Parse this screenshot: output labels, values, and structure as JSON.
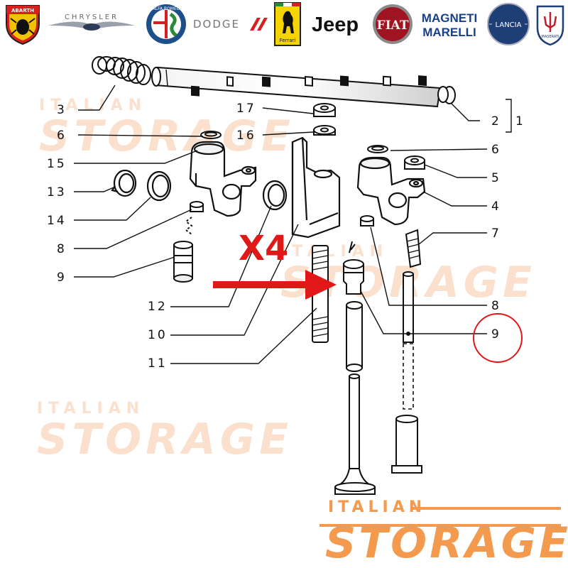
{
  "brands": [
    {
      "name": "Abarth",
      "icon": "abarth-logo"
    },
    {
      "name": "Chrysler",
      "text": "CHRYSLER",
      "icon": "chrysler-logo"
    },
    {
      "name": "Alfa Romeo",
      "text": "ALFA ROMEO",
      "icon": "alfa-romeo-logo"
    },
    {
      "name": "Dodge",
      "text": "DODGE",
      "icon": "dodge-logo"
    },
    {
      "name": "Ferrari",
      "text": "Ferrari",
      "icon": "ferrari-logo"
    },
    {
      "name": "Jeep",
      "text": "Jeep",
      "icon": "jeep-logo"
    },
    {
      "name": "Fiat",
      "text": "FIAT",
      "icon": "fiat-logo"
    },
    {
      "name": "Magneti Marelli",
      "text1": "MAGNETI",
      "text2": "MARELLI",
      "icon": "magneti-marelli-logo"
    },
    {
      "name": "Lancia",
      "text": "LANCIA",
      "icon": "lancia-logo"
    },
    {
      "name": "Maserati",
      "text": "MASERATI",
      "icon": "maserati-logo"
    }
  ],
  "watermark": {
    "line1": "ITALIAN",
    "line2": "STORAGE"
  },
  "branding": {
    "line1": "ITALIAN",
    "line2": "STORAGE",
    "color": "#f39a4e"
  },
  "callout": {
    "multiplier": "X4",
    "color": "#e01818",
    "highlighted_part": "9"
  },
  "part_labels": {
    "p1": "1",
    "p2": "2",
    "p3": "3",
    "p4": "4",
    "p5": "5",
    "p6_left": "6",
    "p6_right": "6",
    "p7": "7",
    "p8_left": "8",
    "p8_right": "8",
    "p9_left": "9",
    "p9_right": "9",
    "p10": "10",
    "p11": "11",
    "p12": "12",
    "p13": "13",
    "p14": "14",
    "p15": "15",
    "p16": "16",
    "p17": "17"
  }
}
